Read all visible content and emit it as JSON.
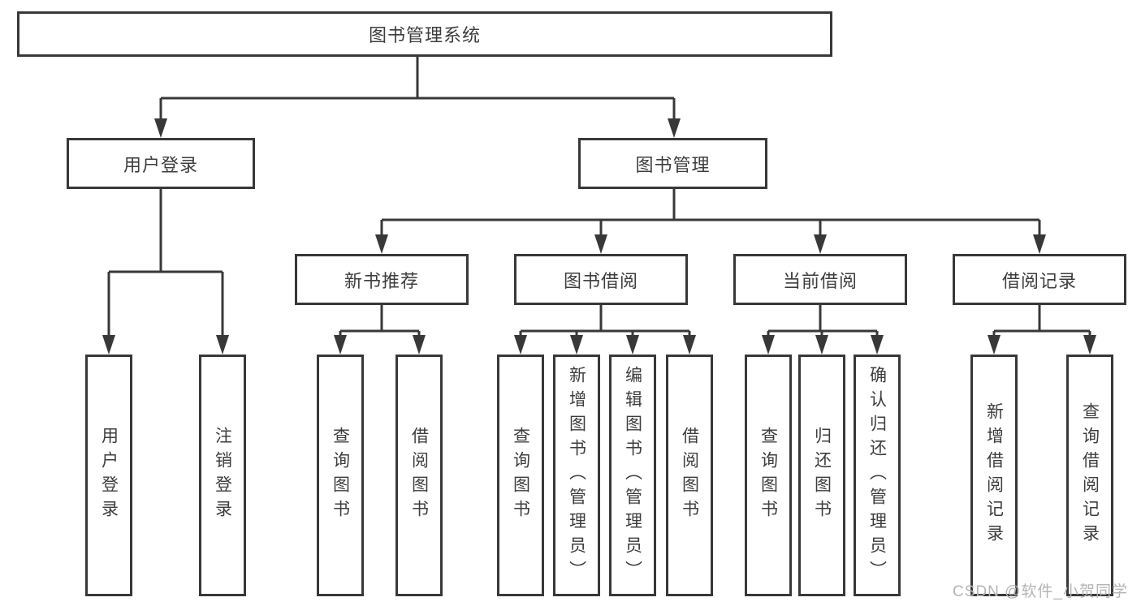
{
  "tree": {
    "root": {
      "label": "图书管理系统"
    },
    "level2": {
      "user_login": {
        "label": "用户登录",
        "children": [
          {
            "label": "用户登录"
          },
          {
            "label": "注销登录"
          }
        ]
      },
      "book_management": {
        "label": "图书管理"
      }
    },
    "level3": {
      "new_book_recommend": {
        "label": "新书推荐",
        "children": [
          {
            "label": "查询图书"
          },
          {
            "label": "借阅图书"
          }
        ]
      },
      "book_borrowing": {
        "label": "图书借阅",
        "children": [
          {
            "label": "查询图书"
          },
          {
            "label": "新增图书（管理员）"
          },
          {
            "label": "编辑图书（管理员）"
          },
          {
            "label": "借阅图书"
          }
        ]
      },
      "current_borrowing": {
        "label": "当前借阅",
        "children": [
          {
            "label": "查询图书"
          },
          {
            "label": "归还图书"
          },
          {
            "label": "确认归还（管理员）"
          }
        ]
      },
      "borrowing_records": {
        "label": "借阅记录",
        "children": [
          {
            "label": "新增借阅记录"
          },
          {
            "label": "查询借阅记录"
          }
        ]
      }
    }
  },
  "watermark": {
    "text": "CSDN @软件_小贺同学"
  },
  "colors": {
    "line": "#383838",
    "text": "#3d3d3d",
    "background": "#ffffff",
    "watermark": "#b4b4b4"
  }
}
